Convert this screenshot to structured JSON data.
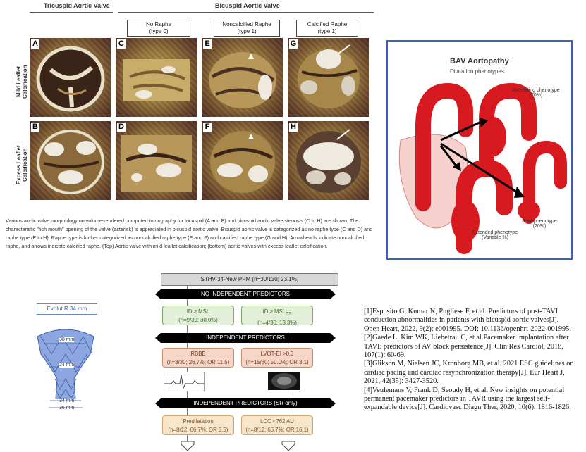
{
  "ct_figure": {
    "group_headers": {
      "tricuspid": "Tricuspid Aortic Valve",
      "bicuspid": "Bicuspid Aortic Valve"
    },
    "type_boxes": [
      {
        "line1": "No Raphe",
        "line2": "(type 0)"
      },
      {
        "line1": "Noncalcified Raphe",
        "line2": "(type 1)"
      },
      {
        "line1": "Calcified Raphe",
        "line2": "(type 1)"
      }
    ],
    "row_labels": {
      "mild_line1": "Mild Leaflet",
      "mild_line2": "Calcification",
      "excess_line1": "Excess Leaflet",
      "excess_line2": "Calcification"
    },
    "panel_letters": [
      "A",
      "C",
      "E",
      "G",
      "B",
      "D",
      "F",
      "H"
    ],
    "caption": "Various aortic valve morphology on volume-rendered computed tomography for tricuspid (A and B) and bicuspid aortic valve stenosis (C to H) are shown. The characteristic \"fish mouth\" opening of the valve (asterisk) is appreciated in bicuspid aortic valve. Bicuspid aortic valve is categorized as no raphe type (C and D) and raphe type (E to H). Raphe type is further categorized as noncalcified raphe type (E and F) and calcified raphe type (G and H). Arrowheads indicate noncalcified raphe, and arrows indicate calcified raphe. (Top) Aortic valve with mild leaflet calcification; (bottom) aortic valves with excess leaflet calcification."
  },
  "bav": {
    "title": "BAV Aortopathy",
    "subtitle": "Dilatation phenotypes",
    "ascending_label_1": "Ascending phenotype",
    "ascending_label_2": "(70%)",
    "root_label_1": "Root phenotype",
    "root_label_2": "(20%)",
    "extended_label_1": "Extended phenotype",
    "extended_label_2": "(Variable %)"
  },
  "valve": {
    "label": "Evolut R 34 mm",
    "dims": [
      "38 mm",
      "24 mm",
      "34 mm",
      "36 mm"
    ]
  },
  "flowchart": {
    "top": "STHV-34-New PPM (n=30/130; 23.1%)",
    "bar1": "NO INDEPENDENT PREDICTORS",
    "bar2": "INDEPENDENT PREDICTORS",
    "bar3": "INDEPENDENT PREDICTORS (SR only)",
    "id_msl": {
      "line1": "ID ≥ MSL",
      "line2": "(n=9/30; 30.0%)"
    },
    "id_mslcs": {
      "line1": "ID ≥ MSL",
      "sub": "CS",
      "line2": "(n=4/30; 13.3%)"
    },
    "rbbb": {
      "line1": "RBBB",
      "line2": "(n=8/30; 26.7%; OR 11.5)"
    },
    "lvot": {
      "line1": "LVOT-EI >0.3",
      "line2": "(n=15/30; 50.0%; OR 3.1)"
    },
    "predil": {
      "line1": "Predilatation",
      "line2": "(n=8/12; 66.7%; OR 8.5)"
    },
    "lcc": {
      "line1": "LCC <762 AU",
      "line2": "(n=8/12; 66.7%; OR 16.1)"
    }
  },
  "references": [
    "[1]Esposito G, Kumar N, Pugliese F, et al. Predictors of post-TAVI conduction abnormalities in patients with bicuspid aortic valves[J]. Open Heart, 2022, 9(2): e001995. DOI: 10.1136/openhrt-2022-001995.",
    "[2]Gaede L, Kim WK, Liebetrau C, et al.Pacemaker implantation after TAVI: predictors of AV block persistence[J]. Clin Res Cardiol, 2018, 107(1): 60-69.",
    "[3]Glikson M, Nielsen JC, Kronborg MB, et al. 2021 ESC guidelines on cardiac pacing and cardiac resynchronization therapy[J]. Eur Heart J, 2021, 42(35): 3427-3520.",
    "[4]Veulemans V, Frank D, Seoudy H, et al. New insights on potential permanent pacemaker predictors in TAVR using the largest self-expandable device[J]. Cardiovasc Diagn Ther, 2020, 10(6): 1816-1826."
  ]
}
